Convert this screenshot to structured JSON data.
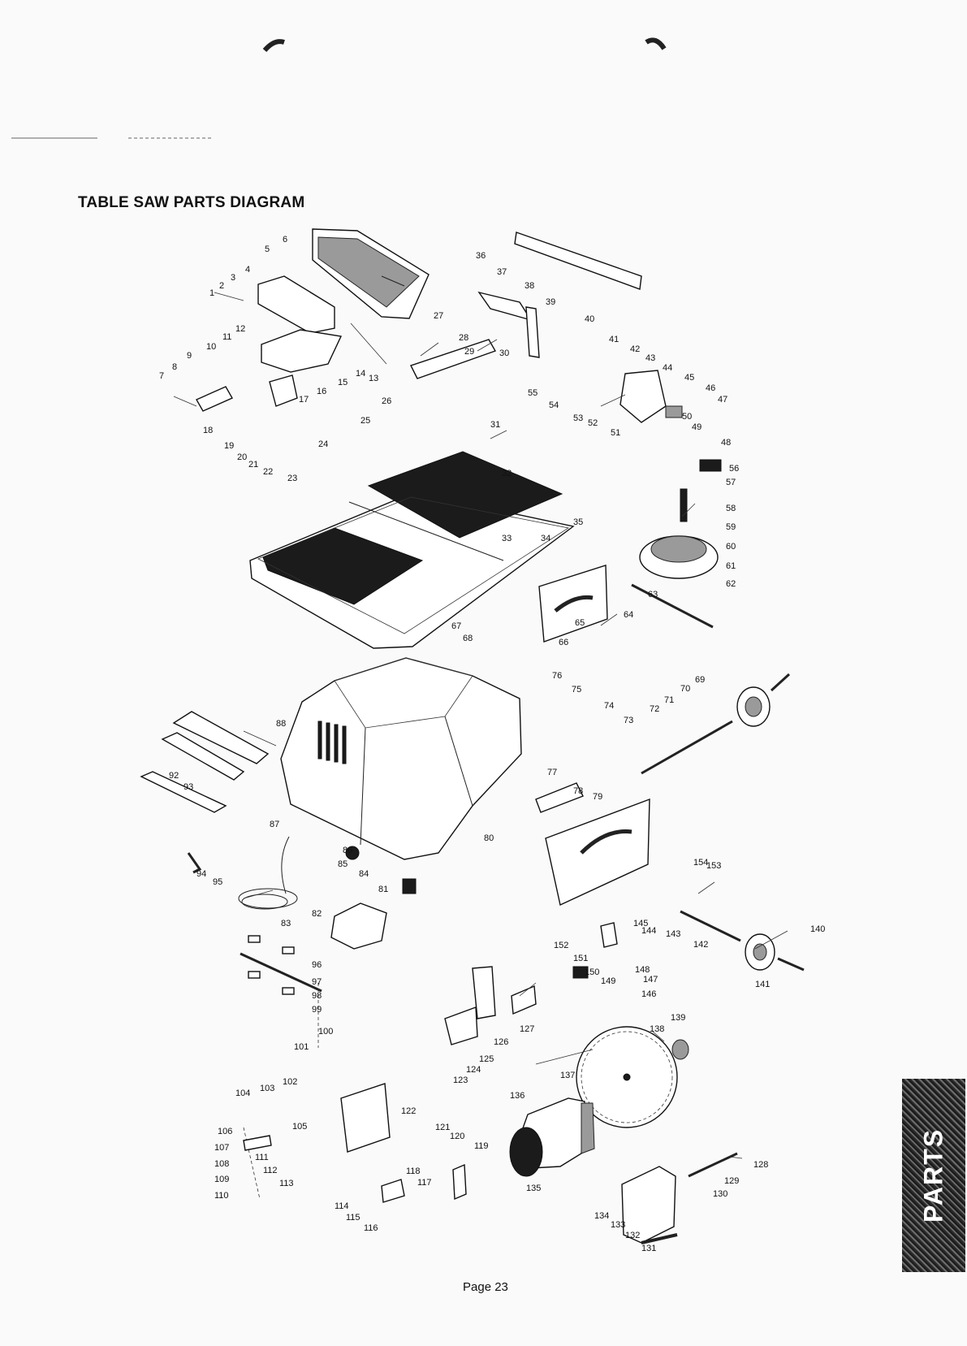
{
  "title": "TABLE SAW PARTS DIAGRAM",
  "page_label": "Page 23",
  "side_tab_label": "PARTS",
  "part_numbers": [
    "1",
    "2",
    "3",
    "4",
    "5",
    "6",
    "7",
    "8",
    "9",
    "10",
    "11",
    "12",
    "13",
    "14",
    "15",
    "16",
    "17",
    "18",
    "19",
    "20",
    "21",
    "22",
    "23",
    "24",
    "25",
    "26",
    "27",
    "28",
    "29",
    "30",
    "31",
    "32",
    "33",
    "34",
    "35",
    "36",
    "37",
    "38",
    "39",
    "40",
    "41",
    "42",
    "43",
    "44",
    "45",
    "46",
    "47",
    "48",
    "49",
    "50",
    "51",
    "52",
    "53",
    "54",
    "55",
    "56",
    "57",
    "58",
    "59",
    "60",
    "61",
    "62",
    "63",
    "64",
    "65",
    "66",
    "67",
    "68",
    "69",
    "70",
    "71",
    "72",
    "73",
    "74",
    "75",
    "76",
    "77",
    "78",
    "79",
    "80",
    "81",
    "82",
    "83",
    "84",
    "85",
    "86",
    "87",
    "88",
    "92",
    "93",
    "94",
    "95",
    "96",
    "97",
    "98",
    "99",
    "100",
    "101",
    "102",
    "103",
    "104",
    "105",
    "106",
    "107",
    "108",
    "109",
    "110",
    "111",
    "112",
    "113",
    "114",
    "115",
    "116",
    "117",
    "118",
    "119",
    "120",
    "121",
    "122",
    "123",
    "124",
    "125",
    "126",
    "127",
    "128",
    "129",
    "130",
    "131",
    "132",
    "133",
    "134",
    "135",
    "136",
    "137",
    "138",
    "139",
    "140",
    "141",
    "142",
    "143",
    "144",
    "145",
    "146",
    "147",
    "148",
    "149",
    "150",
    "151",
    "152",
    "153",
    "154"
  ]
}
